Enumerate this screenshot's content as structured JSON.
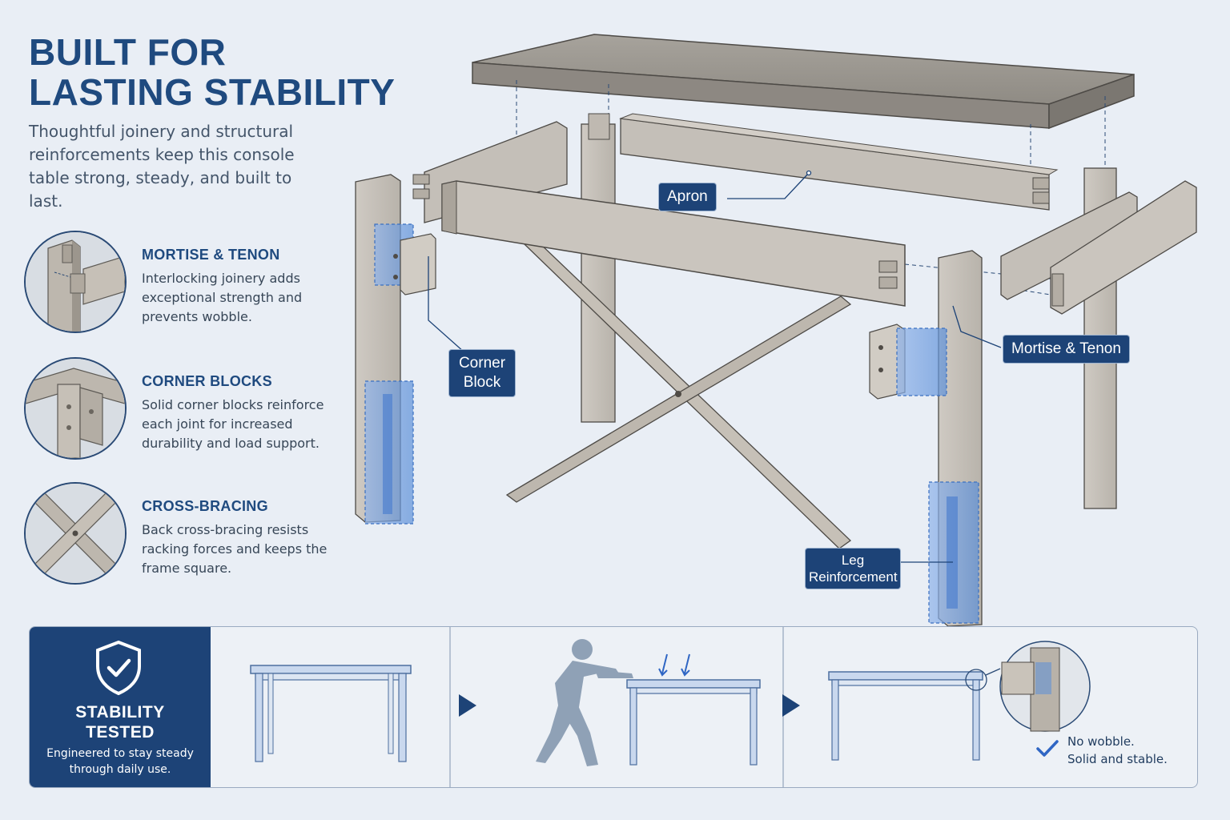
{
  "title": {
    "line1": "BUILT FOR",
    "line2": "LASTING STABILITY"
  },
  "intro": "Thoughtful joinery and structural reinforcements keep this console table strong, steady, and built to last.",
  "features": [
    {
      "icon": "mortise-tenon-icon",
      "title": "MORTISE & TENON",
      "text": "Interlocking joinery adds exceptional strength and prevents wobble."
    },
    {
      "icon": "corner-block-icon",
      "title": "CORNER BLOCKS",
      "text": "Solid corner blocks reinforce each joint for increased durability and load support."
    },
    {
      "icon": "cross-bracing-icon",
      "title": "CROSS-BRACING",
      "text": "Back cross-bracing resists racking forces and keeps the frame square."
    }
  ],
  "callouts": {
    "apron": "Apron",
    "corner_block": "Corner Block",
    "mortise_tenon": "Mortise & Tenon",
    "leg_reinforcement": "Leg Reinforcement"
  },
  "badge": {
    "icon": "shield-check-icon",
    "title_line1": "STABILITY",
    "title_line2": "TESTED",
    "subtitle": "Engineered to stay steady through daily use."
  },
  "result": {
    "line1": "No wobble.",
    "line2": "Solid and stable."
  },
  "colors": {
    "accent": "#1d4377",
    "background": "#e9eef5",
    "wood": "#b9b6b0",
    "highlight": "#5b8fd8"
  }
}
